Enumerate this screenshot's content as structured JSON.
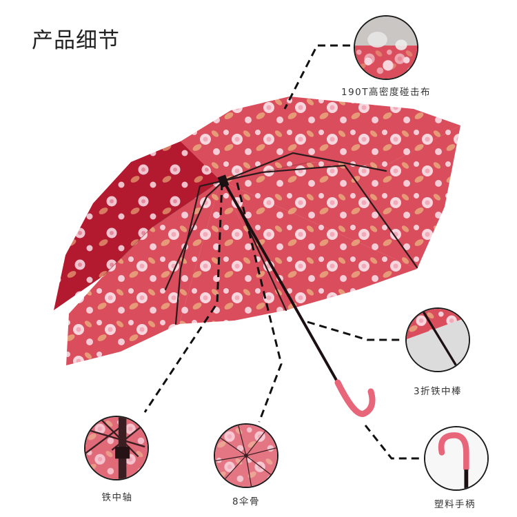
{
  "header": {
    "title": "产品细节"
  },
  "colors": {
    "canopy_light": "#d94d5c",
    "canopy_dark": "#b3192f",
    "flower": "#f8d6de",
    "leaf": "#e79a78",
    "frame": "#2a1a1c",
    "handle": "#e8667a",
    "dash": "#111111"
  },
  "details": [
    {
      "id": "fabric",
      "label": "190T高密度碰击布",
      "icon": "water-drop-fabric-icon"
    },
    {
      "id": "shaft",
      "label": "3折铁中棒",
      "icon": "shaft-icon"
    },
    {
      "id": "axis",
      "label": "铁中轴",
      "icon": "center-axis-icon"
    },
    {
      "id": "ribs",
      "label": "8伞骨",
      "icon": "ribs-icon"
    },
    {
      "id": "handle",
      "label": "塑料手柄",
      "icon": "hook-handle-icon"
    }
  ]
}
